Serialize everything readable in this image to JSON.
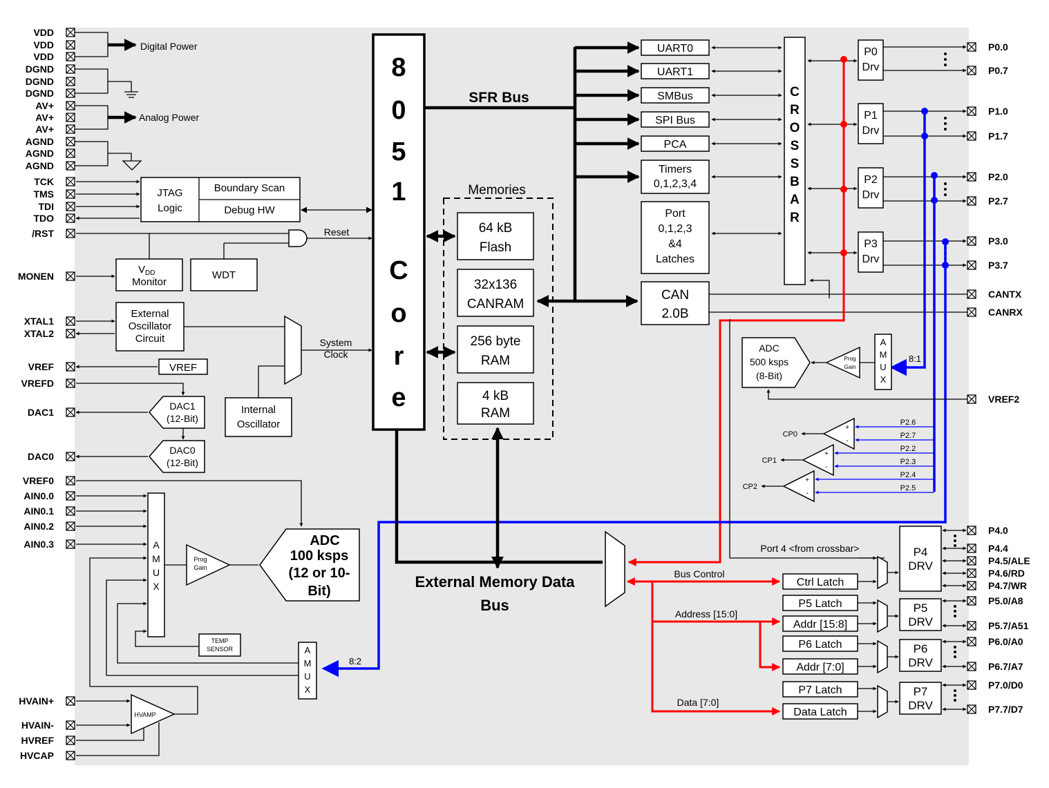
{
  "left_pins": [
    "VDD",
    "VDD",
    "VDD",
    "DGND",
    "DGND",
    "DGND",
    "AV+",
    "AV+",
    "AV+",
    "AGND",
    "AGND",
    "AGND",
    "TCK",
    "TMS",
    "TDI",
    "TDO",
    "/RST",
    "MONEN",
    "XTAL1",
    "XTAL2",
    "VREF",
    "VREFD",
    "DAC1",
    "DAC0",
    "VREF0",
    "AIN0.0",
    "AIN0.1",
    "AIN0.2",
    "AIN0.3",
    "HVAIN+",
    "HVAIN-",
    "HVREF",
    "HVCAP"
  ],
  "right_pins": [
    "P0.0",
    "P0.7",
    "P1.0",
    "P1.7",
    "P2.0",
    "P2.7",
    "P3.0",
    "P3.7",
    "CANTX",
    "CANRX",
    "VREF2",
    "P4.0",
    "P4.4",
    "P4.5/ALE",
    "P4.6/RD",
    "P4.7/WR",
    "P5.0/A8",
    "P5.7/A51",
    "P6.0/A0",
    "P6.7/A7",
    "P7.0/D0",
    "P7.7/D7"
  ],
  "labels": {
    "digital_power": "Digital Power",
    "analog_power": "Analog Power",
    "jtag": [
      "JTAG",
      "Logic"
    ],
    "boundary_scan": "Boundary Scan",
    "debug_hw": "Debug HW",
    "reset": "Reset",
    "vdd_monitor_v": "V",
    "vdd_monitor_sub": "DD",
    "vdd_monitor": "Monitor",
    "wdt": "WDT",
    "ext_osc": [
      "External",
      "Oscillator",
      "Circuit"
    ],
    "system_clock": [
      "System",
      "Clock"
    ],
    "vref_box": "VREF",
    "int_osc": [
      "Internal",
      "Oscillator"
    ],
    "dac1": [
      "DAC1",
      "(12-Bit)"
    ],
    "dac0": [
      "DAC0",
      "(12-Bit)"
    ],
    "core": [
      "8",
      "0",
      "5",
      "1",
      "C",
      "o",
      "r",
      "e"
    ],
    "sfr_bus": "SFR Bus",
    "memories": "Memories",
    "flash": [
      "64 kB",
      "Flash"
    ],
    "canram": [
      "32x136",
      "CANRAM"
    ],
    "ram256": [
      "256 byte",
      "RAM"
    ],
    "ram4k": [
      "4 kB",
      "RAM"
    ],
    "periph": [
      "UART0",
      "UART1",
      "SMBus",
      "SPI Bus",
      "PCA"
    ],
    "timers": [
      "Timers",
      "0,1,2,3,4"
    ],
    "port_latches": [
      "Port",
      "0,1,2,3",
      "&4",
      "Latches"
    ],
    "can": [
      "CAN",
      "2.0B"
    ],
    "crossbar": [
      "C",
      "R",
      "O",
      "S",
      "S",
      "B",
      "A",
      "R"
    ],
    "p_drv": [
      "P0",
      "P1",
      "P2",
      "P3"
    ],
    "drv": "Drv",
    "adc8": [
      "ADC",
      "500 ksps",
      "(8-Bit)"
    ],
    "prog_gain": [
      "Prog",
      "Gain"
    ],
    "amux": [
      "A",
      "M",
      "U",
      "X"
    ],
    "ratio_81": "8:1",
    "ratio_82": "8:2",
    "cp": [
      "CP0",
      "CP1",
      "CP2"
    ],
    "cp_inputs": [
      "P2.6",
      "P2.7",
      "P2.2",
      "P2.3",
      "P2.4",
      "P2.5"
    ],
    "plus": "+",
    "minus": "-",
    "adc12": [
      "ADC",
      "100 ksps",
      "(12 or 10-",
      "Bit)"
    ],
    "temp_sensor": [
      "TEMP",
      "SENSOR"
    ],
    "hvamp": "HVAMP",
    "ext_mem_bus": [
      "External Memory Data",
      "Bus"
    ],
    "port4_from": "Port 4 <from crossbar>",
    "bus_control": "Bus Control",
    "address": "Address [15:0]",
    "data": "Data [7:0]",
    "ctrl_latch": "Ctrl Latch",
    "p5_latch": "P5 Latch",
    "addr_hi": "Addr [15:8]",
    "p6_latch": "P6 Latch",
    "addr_lo": "Addr [7:0]",
    "p7_latch": "P7 Latch",
    "data_latch": "Data Latch",
    "drv_upper": "DRV",
    "p_drv_low": [
      "P4",
      "P5",
      "P6",
      "P7"
    ]
  }
}
